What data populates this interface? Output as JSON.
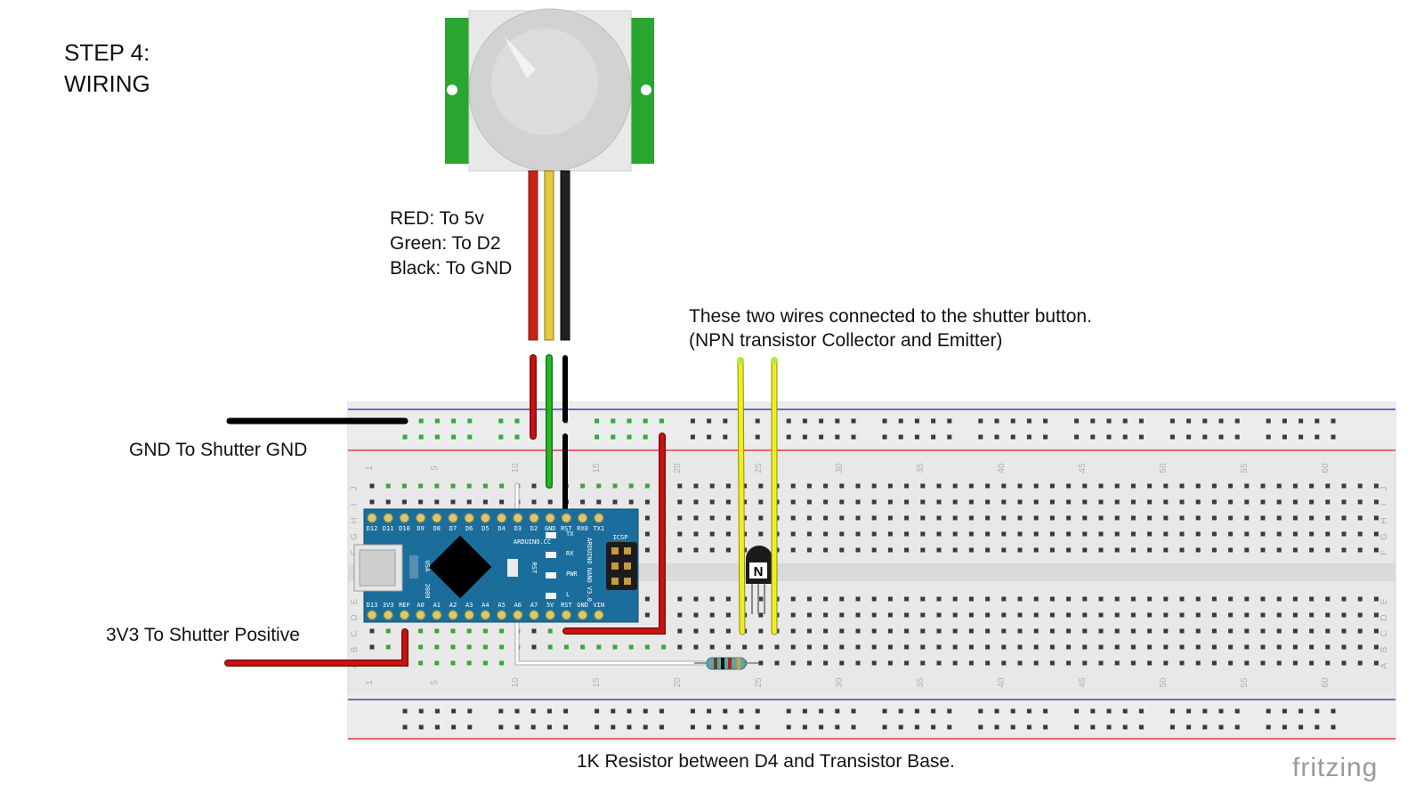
{
  "title": {
    "line1": "STEP 4:",
    "line2": "WIRING"
  },
  "pir_wiring": {
    "red": "RED: To 5v",
    "green": "Green: To D2",
    "black": "Black: To GND"
  },
  "shutter_note": {
    "line1": "These two wires connected to the shutter button.",
    "line2": "(NPN transistor Collector and Emitter)"
  },
  "gnd_label": "GND To Shutter GND",
  "v33_label": "3V3 To Shutter Positive",
  "resistor_label": "1K Resistor between D4 and Transistor Base.",
  "logo": "fritzing",
  "breadboard": {
    "column_numbers": [
      "1",
      "5",
      "10",
      "15",
      "20",
      "25",
      "30",
      "35",
      "40",
      "45",
      "50",
      "55",
      "60"
    ],
    "row_letters_top": [
      "J",
      "I",
      "H",
      "G",
      "F"
    ],
    "row_letters_bottom": [
      "E",
      "D",
      "C",
      "B",
      "A"
    ]
  },
  "arduino": {
    "top_pins": [
      "D12",
      "D11",
      "D10",
      "D9",
      "D8",
      "D7",
      "D6",
      "D5",
      "D4",
      "D3",
      "D2",
      "GND",
      "RST",
      "RX0",
      "TX1"
    ],
    "bottom_pins": [
      "D13",
      "3V3",
      "REF",
      "A0",
      "A1",
      "A2",
      "A3",
      "A4",
      "A5",
      "A6",
      "A7",
      "5V",
      "RST",
      "GND",
      "VIN"
    ],
    "board_name": "ARDUINO NANO V3.0",
    "usb_label": "USA",
    "year_label": "2009",
    "led_labels": [
      "TX",
      "RX",
      "PWR",
      "L"
    ],
    "icsp_label": "ICSP",
    "rst_label": "RST",
    "site_label": "ARDUINO.CC"
  },
  "transistor_label": "N",
  "colors": {
    "wire_red": "#cc1111",
    "wire_black": "#1a1a1a",
    "wire_green": "#22bb22",
    "wire_yellow": "#eeee22",
    "pir_wire_yellow": "#e8c83a",
    "pcb_blue": "#1b6e9c",
    "pir_green": "#2aa52f",
    "rail_red": "#e04040",
    "rail_blue": "#4040c0"
  }
}
